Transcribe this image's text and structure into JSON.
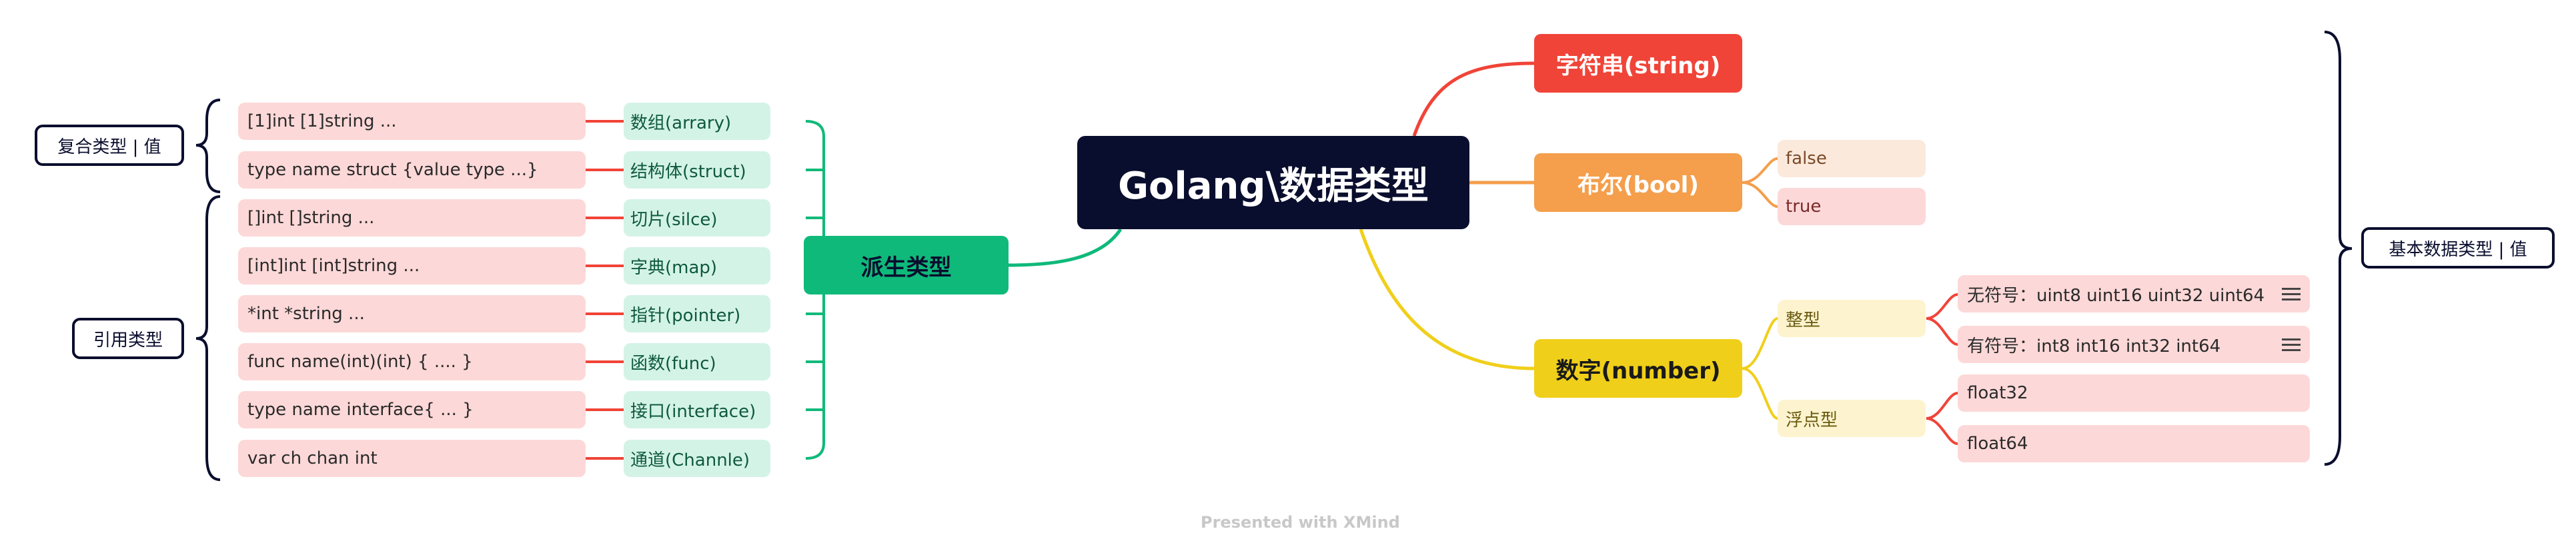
{
  "root": "Golang\\数据类型",
  "branches": {
    "string": "字符串(string)",
    "bool": "布尔(bool)",
    "number": "数字(number)",
    "derived": "派生类型"
  },
  "bool_values": [
    "false",
    "true"
  ],
  "number": {
    "integer": "整型",
    "float": "浮点型",
    "unsigned": "无符号：uint8 uint16 uint32 uint64",
    "signed": "有符号：int8  int16   int32   int64",
    "float32": "float32",
    "float64": "float64"
  },
  "derived": [
    {
      "example": "[1]int [1]string ...",
      "type": "数组(arrary)"
    },
    {
      "example": "type name struct {value type ...}",
      "type": "结构体(struct)"
    },
    {
      "example": "[]int []string ...",
      "type": "切片(silce)"
    },
    {
      "example": "[int]int [int]string ...",
      "type": "字典(map)"
    },
    {
      "example": "*int *string ...",
      "type": "指针(pointer)"
    },
    {
      "example": "func name(int)(int) { .... }",
      "type": "函数(func)"
    },
    {
      "example": "type name interface{ ... }",
      "type": "接口(interface)"
    },
    {
      "example": "var ch chan int",
      "type": "通道(Channle)"
    }
  ],
  "summaries": {
    "composite": "复合类型 | 值",
    "reference": "引用类型",
    "basic": "基本数据类型 | 值"
  },
  "watermark": "Presented with XMind",
  "colors": {
    "root": "#0a0e2e",
    "string": "#f04438",
    "bool": "#f59e4b",
    "number": "#f0cf1a",
    "derived": "#0fb97a"
  },
  "icons": [
    "note-icon",
    "note-icon"
  ]
}
